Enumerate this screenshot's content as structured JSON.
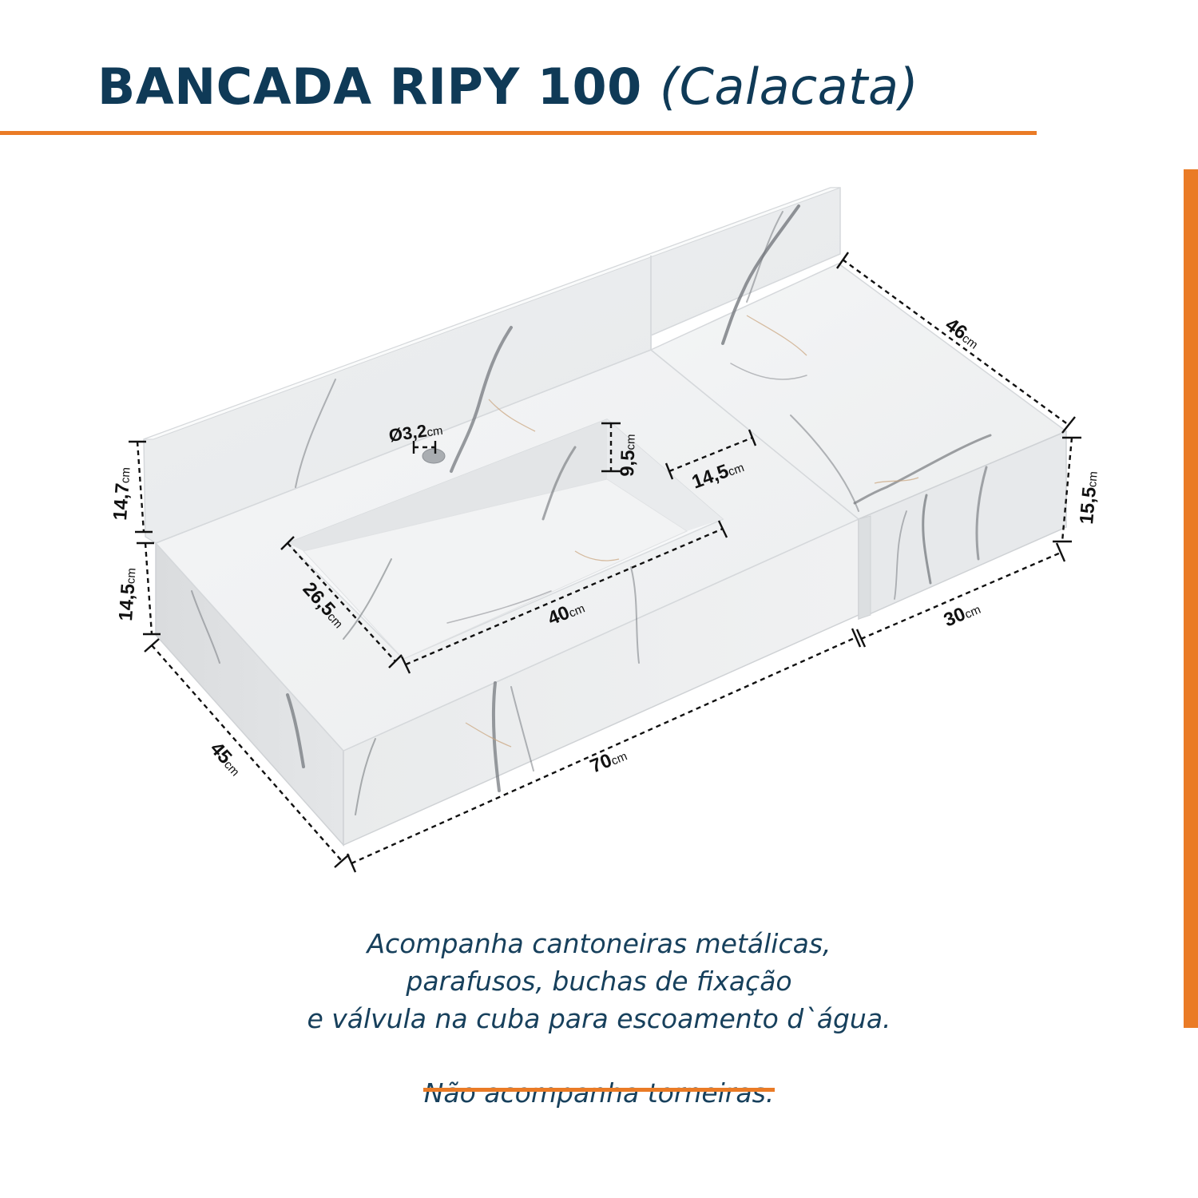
{
  "title": {
    "main": "BANCADA RIPY 100",
    "variant": "(Calacata)"
  },
  "colors": {
    "accent": "#ea7b26",
    "title": "#0f3a57",
    "notes": "#17405c",
    "marble": "#f1f2f3",
    "vein": "#6e7277"
  },
  "dimensions": {
    "unit": "cm",
    "top_depth_right": "46",
    "right_height": "15,5",
    "right_width": "30",
    "backsplash_height": "14,7",
    "body_height": "14,5",
    "overall_depth": "45",
    "overall_width": "70",
    "basin_width": "40",
    "basin_depth": "26,5",
    "basin_height": "9,5",
    "basin_side_margin": "14,5",
    "faucet_hole": "Ø3,2"
  },
  "notes": {
    "line1": "Acompanha cantoneiras metálicas,",
    "line2": "parafusos, buchas de fixação",
    "line3": "e válvula na cuba para escoamento d`água.",
    "line4": "Não acompanha torneiras."
  }
}
